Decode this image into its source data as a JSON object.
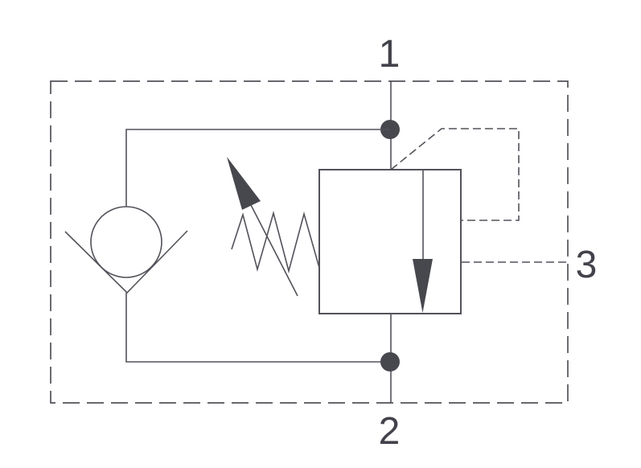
{
  "diagram": {
    "kind": "hydraulic-valve-schematic",
    "ports": [
      {
        "id": "port-1",
        "label": "1",
        "position": "top"
      },
      {
        "id": "port-2",
        "label": "2",
        "position": "bottom"
      },
      {
        "id": "port-3",
        "label": "3",
        "position": "right"
      }
    ],
    "components": [
      {
        "name": "enclosure-boundary",
        "style": "dashed-rectangle"
      },
      {
        "name": "check-valve",
        "parts": [
          "ball-circle",
          "v-seat"
        ]
      },
      {
        "name": "valve-body",
        "style": "square-envelope"
      },
      {
        "name": "flow-path-arrow",
        "direction": "down"
      },
      {
        "name": "spring",
        "style": "zigzag"
      },
      {
        "name": "adjustment-arrow",
        "direction": "up-left-diagonal"
      },
      {
        "name": "pilot-line-top-loop",
        "style": "dashed"
      },
      {
        "name": "pilot-line-port-3",
        "style": "dashed"
      },
      {
        "name": "junction-dot-top",
        "style": "filled-circle"
      },
      {
        "name": "junction-dot-bottom",
        "style": "filled-circle"
      }
    ],
    "colors": {
      "line": "#52525a",
      "fill": "#47474e",
      "label": "#42424b",
      "background": "#ffffff"
    }
  }
}
